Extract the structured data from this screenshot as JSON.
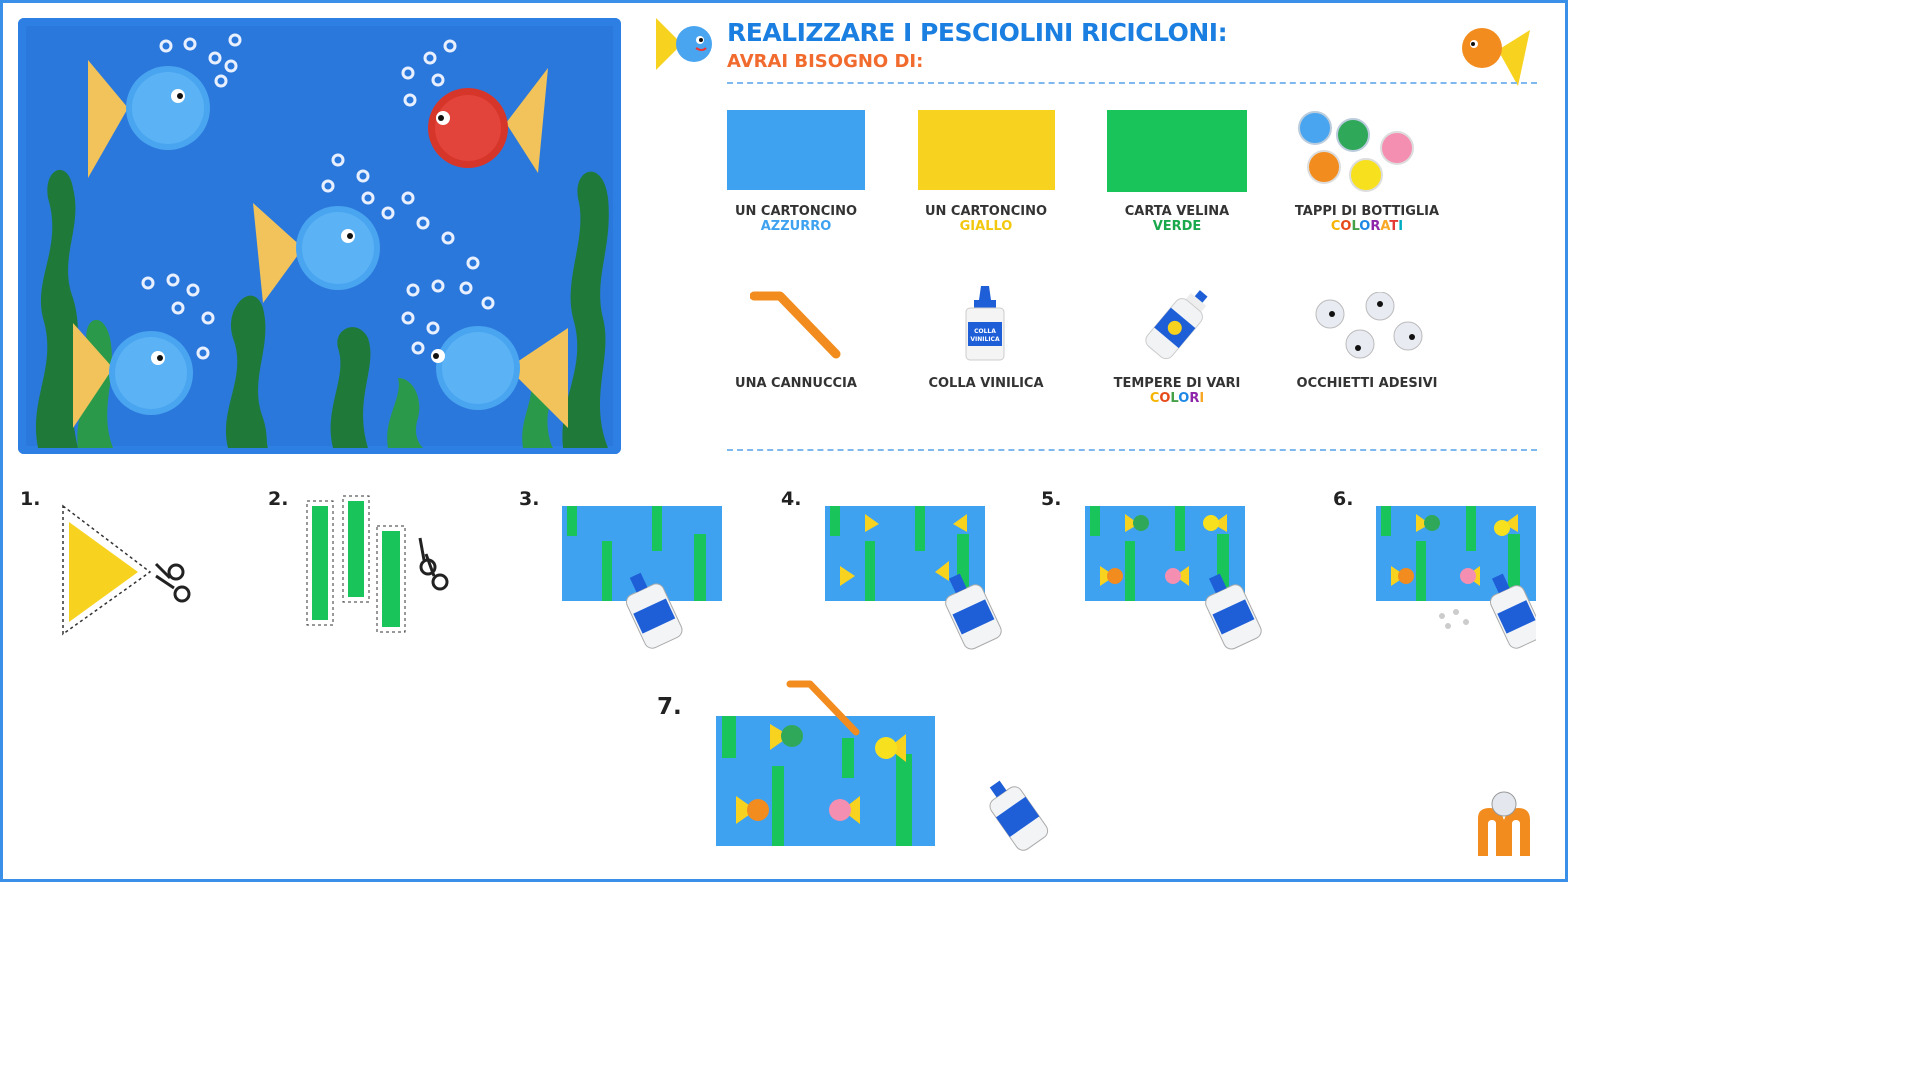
{
  "header": {
    "title": "REALIZZARE I PESCIOLINI RICICLONI:",
    "subtitle": "AVRAI BISOGNO DI:"
  },
  "colors": {
    "title_blue": "#1a7fe0",
    "subtitle_orange": "#f26b2e",
    "frame_blue": "#3a8fe8",
    "card_blue": "#3fa2f0",
    "card_yellow": "#f7d21e",
    "tissue_green": "#19c45a"
  },
  "materials": [
    {
      "line1": "UN CARTONCINO",
      "line2": "AZZURRO",
      "line2_color": "#3fa2f0",
      "icon": "blue-card-icon"
    },
    {
      "line1": "UN CARTONCINO",
      "line2": "GIALLO",
      "line2_color": "#f2c80f",
      "icon": "yellow-card-icon"
    },
    {
      "line1": "CARTA VELINA",
      "line2": "VERDE",
      "line2_color": "#1aa84c",
      "icon": "green-tissue-icon"
    },
    {
      "line1": "TAPPI DI BOTTIGLIA",
      "line2": "COLORATI",
      "line2_color": "rainbow",
      "icon": "bottle-caps-icon"
    },
    {
      "line1": "UNA CANNUCCIA",
      "line2": "",
      "icon": "straw-icon"
    },
    {
      "line1": "COLLA VINILICA",
      "line2": "",
      "icon": "glue-bottle-icon"
    },
    {
      "line1": "TEMPERE DI VARI",
      "line2": "COLORI",
      "line2_color": "rainbow",
      "icon": "paint-bottle-icon"
    },
    {
      "line1": "OCCHIETTI ADESIVI",
      "line2": "",
      "icon": "googly-eyes-icon"
    }
  ],
  "glue_label": "COLLA VINILICA",
  "steps": [
    "1.",
    "2.",
    "3.",
    "4.",
    "5.",
    "6.",
    "7."
  ]
}
